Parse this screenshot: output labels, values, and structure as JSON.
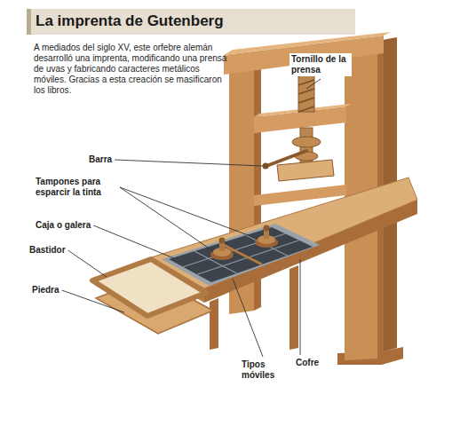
{
  "diagram": {
    "title": "La imprenta de Gutenberg",
    "labels": [
      "A mediados del siglo XV, este orfebre alemán desarrolló una imprenta, modificando una prensa de uvas y fabricando caracteres metálicos móviles. Gracias a esta creación se masificaron los libros.",
      "Tornillo de la prensa",
      "Barra",
      "Tampones para esparcir la tinta",
      "Caja o galera",
      "Bastidor",
      "Piedra",
      "Tipos móviles",
      "Cofre"
    ]
  }
}
